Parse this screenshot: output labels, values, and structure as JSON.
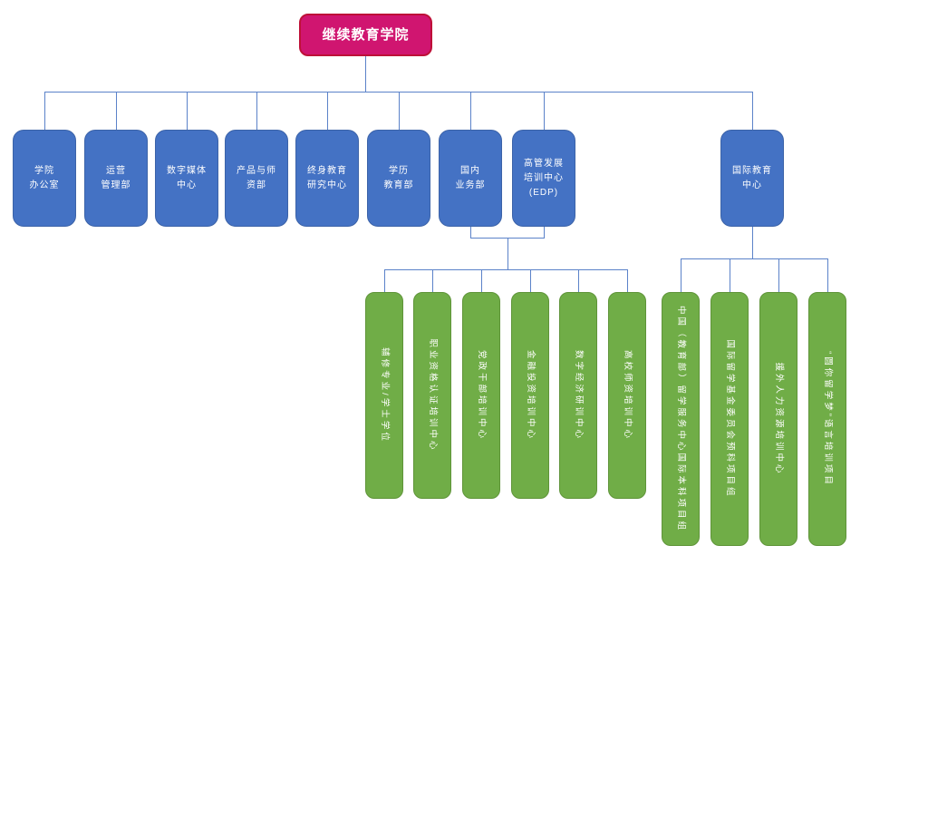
{
  "colors": {
    "root_fill": "#D01570",
    "root_border": "#BE1038",
    "department_fill": "#4472C4",
    "department_border": "#3C63A8",
    "center_fill": "#70AD47",
    "center_border": "#5F9439",
    "connector": "#5B82C9",
    "text": "#FFFFFF"
  },
  "org": {
    "root": "继续教育学院",
    "departments": [
      "学院\n办公室",
      "运营\n管理部",
      "数字媒体\n中心",
      "产品与师\n资部",
      "终身教育\n研究中心",
      "学历\n教育部",
      "国内\n业务部",
      "高管发展\n培训中心\n(EDP)",
      "国际教育\n中心"
    ],
    "domestic_centers": [
      "辅修专业/学士学位",
      "职业资格认证培训中心",
      "党政干部培训中心",
      "金融投资培训中心",
      "数字经济研训中心",
      "高校师资培训中心"
    ],
    "international_centers": [
      "中国（教育部）留学服务中心国际本科项目组",
      "国际留学基金委员会预科项目组",
      "援外人力资源培训中心",
      "“圆你留学梦”语言培训项目"
    ]
  }
}
